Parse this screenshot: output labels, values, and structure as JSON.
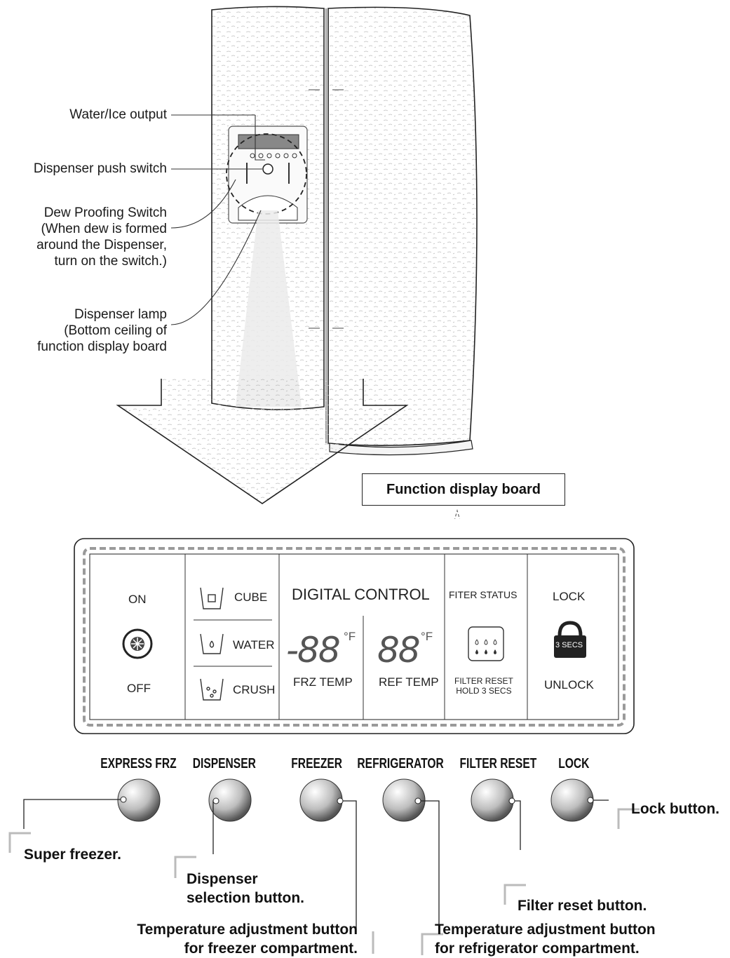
{
  "callouts": {
    "water_ice_output": "Water/Ice output",
    "dispenser_push_switch": "Dispenser push switch",
    "dew_proofing": [
      "Dew Proofing Switch",
      "(When dew is formed",
      "around the Dispenser,",
      "turn on the switch.)"
    ],
    "dispenser_lamp": [
      "Dispenser lamp",
      "(Bottom ceiling of",
      "function display board"
    ]
  },
  "function_display_board": "Function display board",
  "panel": {
    "on": "ON",
    "off": "OFF",
    "cube": "CUBE",
    "water": "WATER",
    "crush": "CRUSH",
    "digital_control": "DIGITAL CONTROL",
    "frz_display": "-88",
    "ref_display": "88",
    "deg_unit": "°F",
    "frz_temp": "FRZ TEMP",
    "ref_temp": "REF TEMP",
    "filter_status": "FITER STATUS",
    "filter_reset_hold": [
      "FILTER RESET",
      "HOLD 3 SECS"
    ],
    "lock": "LOCK",
    "unlock": "UNLOCK",
    "three_secs": "3 SECS"
  },
  "buttons": {
    "express_frz": "EXPRESS FRZ",
    "dispenser": "DISPENSER",
    "freezer": "FREEZER",
    "refrigerator": "REFRIGERATOR",
    "filter_reset": "FILTER RESET",
    "lock": "LOCK"
  },
  "button_callouts": {
    "super_freezer": "Super freezer.",
    "dispenser_selection": [
      "Dispenser",
      "selection button."
    ],
    "temp_freezer": [
      "Temperature adjustment button",
      "for freezer compartment."
    ],
    "temp_refrigerator": [
      "Temperature adjustment button",
      "for refrigerator compartment."
    ],
    "filter_reset_button": "Filter reset  button.",
    "lock_button": "Lock button."
  }
}
